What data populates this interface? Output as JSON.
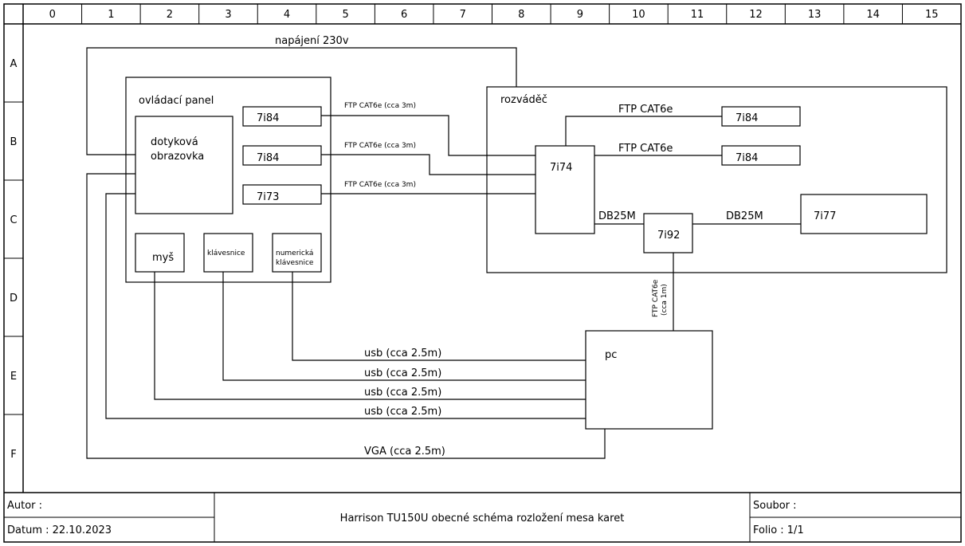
{
  "grid": {
    "columns": [
      "0",
      "1",
      "2",
      "3",
      "4",
      "5",
      "6",
      "7",
      "8",
      "9",
      "10",
      "11",
      "12",
      "13",
      "14",
      "15"
    ],
    "rows": [
      "A",
      "B",
      "C",
      "D",
      "E",
      "F"
    ]
  },
  "diagram": {
    "power_label": "napájení 230v",
    "control_panel": {
      "title": "ovládací panel",
      "touchscreen_line1": "dotyková",
      "touchscreen_line2": "obrazovka",
      "card1": "7i84",
      "card2": "7i84",
      "card3": "7i73",
      "mouse": "myš",
      "keyboard": "klávesnice",
      "numpad_line1": "numerická",
      "numpad_line2": "klávesnice"
    },
    "cabinet": {
      "title": "rozváděč",
      "main_card": "7i74",
      "card_top": "7i84",
      "card_mid": "7i84",
      "breakout": "7i92",
      "drive_card": "7i77",
      "link_top": "FTP CAT6e",
      "link_mid": "FTP CAT6e",
      "db_left": "DB25M",
      "db_right": "DB25M"
    },
    "links": {
      "ftp1": "FTP CAT6e (cca 3m)",
      "ftp2": "FTP CAT6e (cca 3m)",
      "ftp3": "FTP CAT6e (cca 3m)",
      "pc_link_line1": "FTP CAT6e",
      "pc_link_line2": "(cca 1m)",
      "usb1": "usb (cca 2.5m)",
      "usb2": "usb (cca 2.5m)",
      "usb3": "usb (cca 2.5m)",
      "usb4": "usb (cca 2.5m)",
      "vga": "VGA (cca 2.5m)"
    },
    "pc": "pc"
  },
  "title_block": {
    "author": "Autor :",
    "date": "Datum : 22.10.2023",
    "title": "Harrison TU150U obecné schéma rozložení mesa karet",
    "file": "Soubor :",
    "folio": "Folio : 1/1"
  }
}
